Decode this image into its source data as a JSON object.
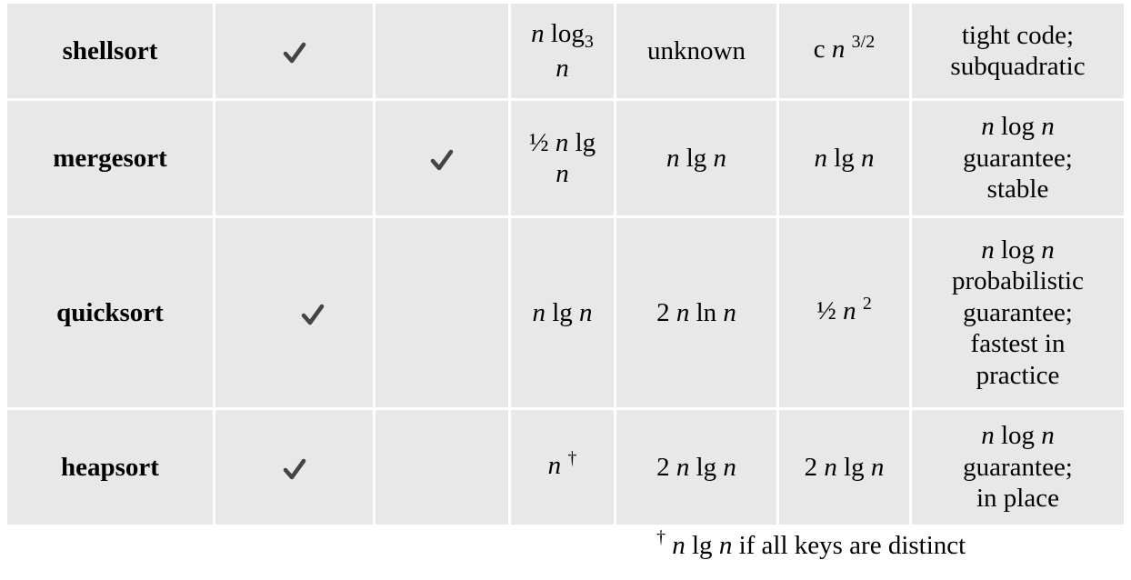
{
  "table": {
    "rows": [
      {
        "name": "shellsort",
        "inplace_check": true,
        "stable_check": false,
        "best": {
          "pre": "",
          "n1": "n",
          "mid": " log",
          "sub": "3",
          "n2": "n"
        },
        "average": "unknown",
        "worst": {
          "pre": "c ",
          "n": "n",
          "sup": "3/2"
        },
        "remarks": [
          "tight code;",
          "subquadratic"
        ]
      },
      {
        "name": "mergesort",
        "inplace_check": false,
        "stable_check": true,
        "best": {
          "pre": "½ ",
          "n1": "n",
          "mid": " lg",
          "n2": "n"
        },
        "average": {
          "pre": "",
          "n1": "n",
          "mid": " lg ",
          "n2": "n"
        },
        "worst": {
          "pre": "",
          "n1": "n",
          "mid": " lg ",
          "n2": "n"
        },
        "remarks": [
          "n log n",
          "guarantee;",
          "stable"
        ]
      },
      {
        "name": "quicksort",
        "link_text": " ",
        "inplace_check": true,
        "stable_check": false,
        "best": {
          "pre": "",
          "n1": "n",
          "mid": " lg ",
          "n2": "n"
        },
        "average": {
          "pre": "2 ",
          "n1": "n",
          "mid": " ln ",
          "n2": "n"
        },
        "worst": {
          "pre": "½ ",
          "n": "n",
          "sup": "2"
        },
        "remarks": [
          "n log n",
          "probabilistic",
          "guarantee;",
          "fastest in",
          "practice"
        ]
      },
      {
        "name": "heapsort",
        "inplace_check": true,
        "stable_check": false,
        "best": {
          "n": "n",
          "sup": "†"
        },
        "average": {
          "pre": "2 ",
          "n1": "n",
          "mid": " lg ",
          "n2": "n"
        },
        "worst": {
          "pre": "2 ",
          "n1": "n",
          "mid": " lg ",
          "n2": "n"
        },
        "remarks": [
          "n log n",
          "guarantee;",
          "in place"
        ]
      }
    ]
  },
  "footnote": {
    "mark": "†",
    "n1": "n",
    "mid": " lg ",
    "n2": "n",
    "text": " if all keys are distinct"
  },
  "colors": {
    "cell_bg": "#e8e8e8",
    "check": "#444444",
    "link": "#0000ee"
  }
}
